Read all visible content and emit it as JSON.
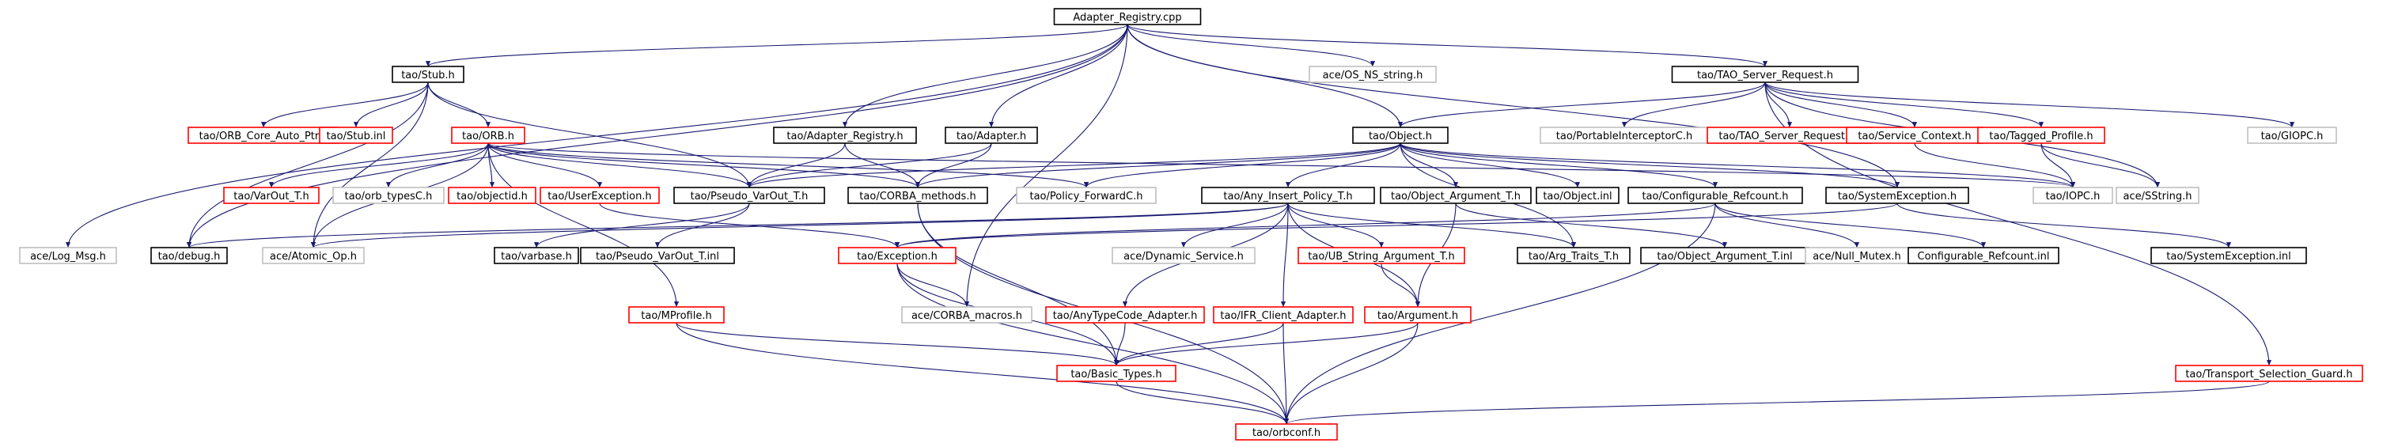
{
  "colors": {
    "background": "#ffffff",
    "edge": "#191970",
    "root_fill": "#bfbfbf",
    "node_red": "#ff0000",
    "node_black": "#000000",
    "node_grey": "#bfbfbf"
  },
  "diagram": {
    "root": "Adapter_Registry.cpp",
    "nodes": [
      {
        "id": "root",
        "label": "Adapter_Registry.cpp",
        "style": "root"
      },
      {
        "id": "stub_h",
        "label": "tao/Stub.h",
        "style": "black"
      },
      {
        "id": "ace_os_ns_string",
        "label": "ace/OS_NS_string.h",
        "style": "grey"
      },
      {
        "id": "tao_server_request",
        "label": "tao/TAO_Server_Request.h",
        "style": "black"
      },
      {
        "id": "orb_core_auto_ptr",
        "label": "tao/ORB_Core_Auto_Ptr.h",
        "style": "red"
      },
      {
        "id": "stub_inl",
        "label": "tao/Stub.inl",
        "style": "red"
      },
      {
        "id": "orb_h",
        "label": "tao/ORB.h",
        "style": "red"
      },
      {
        "id": "adapter_registry_h",
        "label": "tao/Adapter_Registry.h",
        "style": "black"
      },
      {
        "id": "adapter_h",
        "label": "tao/Adapter.h",
        "style": "black"
      },
      {
        "id": "object_h",
        "label": "tao/Object.h",
        "style": "black"
      },
      {
        "id": "portable_interceptor",
        "label": "tao/PortableInterceptorC.h",
        "style": "grey"
      },
      {
        "id": "tao_server_request_inl",
        "label": "tao/TAO_Server_Request.inl",
        "style": "red"
      },
      {
        "id": "service_context",
        "label": "tao/Service_Context.h",
        "style": "red"
      },
      {
        "id": "tagged_profile",
        "label": "tao/Tagged_Profile.h",
        "style": "red"
      },
      {
        "id": "giopc",
        "label": "tao/GIOPC.h",
        "style": "grey"
      },
      {
        "id": "varout_t",
        "label": "tao/VarOut_T.h",
        "style": "red"
      },
      {
        "id": "orb_typesc",
        "label": "tao/orb_typesC.h",
        "style": "grey"
      },
      {
        "id": "objectid",
        "label": "tao/objectid.h",
        "style": "red"
      },
      {
        "id": "userexception",
        "label": "tao/UserException.h",
        "style": "red"
      },
      {
        "id": "pseudo_varout_t",
        "label": "tao/Pseudo_VarOut_T.h",
        "style": "black"
      },
      {
        "id": "corba_methods",
        "label": "tao/CORBA_methods.h",
        "style": "black"
      },
      {
        "id": "policy_forwardc",
        "label": "tao/Policy_ForwardC.h",
        "style": "grey"
      },
      {
        "id": "any_insert_policy",
        "label": "tao/Any_Insert_Policy_T.h",
        "style": "black"
      },
      {
        "id": "object_argument_t",
        "label": "tao/Object_Argument_T.h",
        "style": "black"
      },
      {
        "id": "object_inl",
        "label": "tao/Object.inl",
        "style": "black"
      },
      {
        "id": "configurable_refcount",
        "label": "tao/Configurable_Refcount.h",
        "style": "black"
      },
      {
        "id": "systemexception",
        "label": "tao/SystemException.h",
        "style": "black"
      },
      {
        "id": "iopc",
        "label": "tao/IOPC.h",
        "style": "grey"
      },
      {
        "id": "sstring",
        "label": "ace/SString.h",
        "style": "grey"
      },
      {
        "id": "log_msg",
        "label": "ace/Log_Msg.h",
        "style": "grey"
      },
      {
        "id": "debug",
        "label": "tao/debug.h",
        "style": "black"
      },
      {
        "id": "atomic_op",
        "label": "ace/Atomic_Op.h",
        "style": "grey"
      },
      {
        "id": "varbase",
        "label": "tao/varbase.h",
        "style": "black"
      },
      {
        "id": "pseudo_varout_t_inl",
        "label": "tao/Pseudo_VarOut_T.inl",
        "style": "black"
      },
      {
        "id": "exception_h",
        "label": "tao/Exception.h",
        "style": "red"
      },
      {
        "id": "dynamic_service",
        "label": "ace/Dynamic_Service.h",
        "style": "grey"
      },
      {
        "id": "ub_string_arg",
        "label": "tao/UB_String_Argument_T.h",
        "style": "red"
      },
      {
        "id": "arg_traits",
        "label": "tao/Arg_Traits_T.h",
        "style": "black"
      },
      {
        "id": "object_argument_t_inl",
        "label": "tao/Object_Argument_T.inl",
        "style": "black"
      },
      {
        "id": "null_mutex",
        "label": "ace/Null_Mutex.h",
        "style": "grey"
      },
      {
        "id": "configurable_refcount_inl",
        "label": "Configurable_Refcount.inl",
        "style": "black"
      },
      {
        "id": "systemexception_inl",
        "label": "tao/SystemException.inl",
        "style": "black"
      },
      {
        "id": "mprofile",
        "label": "tao/MProfile.h",
        "style": "red"
      },
      {
        "id": "corba_macros",
        "label": "ace/CORBA_macros.h",
        "style": "grey"
      },
      {
        "id": "anytypecode_adapter",
        "label": "tao/AnyTypeCode_Adapter.h",
        "style": "red"
      },
      {
        "id": "ifr_client_adapter",
        "label": "tao/IFR_Client_Adapter.h",
        "style": "red"
      },
      {
        "id": "argument_h",
        "label": "tao/Argument.h",
        "style": "red"
      },
      {
        "id": "transport_selection_guard",
        "label": "tao/Transport_Selection_Guard.h",
        "style": "red"
      },
      {
        "id": "basic_types",
        "label": "tao/Basic_Types.h",
        "style": "red"
      },
      {
        "id": "orbconf",
        "label": "tao/orbconf.h",
        "style": "red"
      }
    ]
  }
}
